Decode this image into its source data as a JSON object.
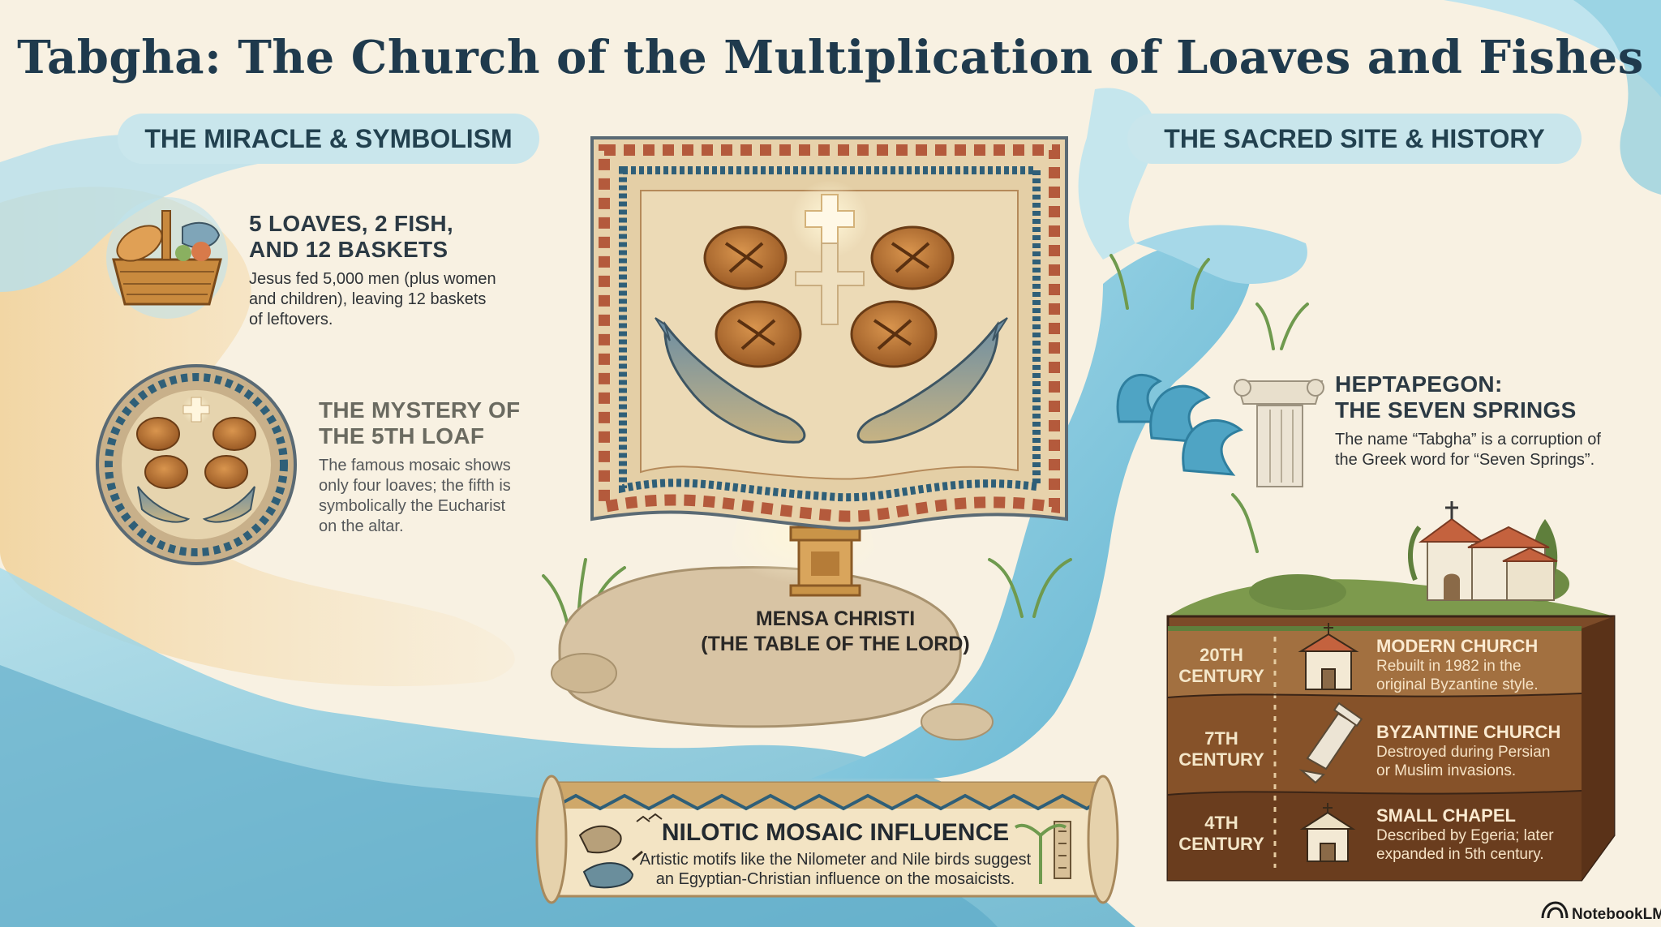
{
  "title": "Tabgha: The Church of the Multiplication of Loaves and Fishes",
  "left_section": {
    "header": "THE MIRACLE & SYMBOLISM",
    "items": [
      {
        "title_line1": "5 LOAVES, 2 FISH,",
        "title_line2": "AND 12 BASKETS",
        "desc_line1": "Jesus fed 5,000 men (plus women",
        "desc_line2": "and children), leaving 12 baskets",
        "desc_line3": "of leftovers.",
        "icon": "bread-basket-icon"
      },
      {
        "title_line1": "THE MYSTERY OF",
        "title_line2": "THE 5TH LOAF",
        "desc_line1": "The famous mosaic shows",
        "desc_line2": "only four loaves; the fifth is",
        "desc_line3": "symbolically the Eucharist",
        "desc_line4": "on the altar.",
        "icon": "round-mosaic-icon"
      }
    ]
  },
  "center": {
    "mensa_line1": "MENSA CHRISTI",
    "mensa_line2": "(THE TABLE OF THE LORD)",
    "scroll": {
      "title": "NILOTIC MOSAIC INFLUENCE",
      "desc_line1": "Artistic motifs like the Nilometer and Nile birds suggest",
      "desc_line2": "an Egyptian-Christian influence on the mosaicists."
    }
  },
  "right_section": {
    "header": "THE SACRED SITE & HISTORY",
    "spring": {
      "title_line1": "HEPTAPEGON:",
      "title_line2": "THE SEVEN SPRINGS",
      "desc_line1": "The name “Tabgha” is a corruption of",
      "desc_line2": "the Greek word for “Seven Springs”."
    },
    "timeline": [
      {
        "era_line1": "20TH",
        "era_line2": "CENTURY",
        "title": "MODERN CHURCH",
        "desc_line1": "Rebuilt in 1982 in the",
        "desc_line2": "original Byzantine style.",
        "icon": "church-icon"
      },
      {
        "era_line1": "7TH",
        "era_line2": "CENTURY",
        "title": "BYZANTINE CHURCH",
        "desc_line1": "Destroyed during Persian",
        "desc_line2": "or Muslim invasions.",
        "icon": "broken-column-icon"
      },
      {
        "era_line1": "4TH",
        "era_line2": "CENTURY",
        "title": "SMALL CHAPEL",
        "desc_line1": "Described by Egeria; later",
        "desc_line2": "expanded in 5th century.",
        "icon": "chapel-icon"
      }
    ]
  },
  "brand": "NotebookLM",
  "colors": {
    "title": "#1f3a4d",
    "pill": "#c9e6ec",
    "water": "#7cc6dc",
    "stone": "#d6c2a4",
    "earth_top": "#9b6a3a",
    "earth_mid": "#7c4b28",
    "earth_low": "#62381c"
  }
}
